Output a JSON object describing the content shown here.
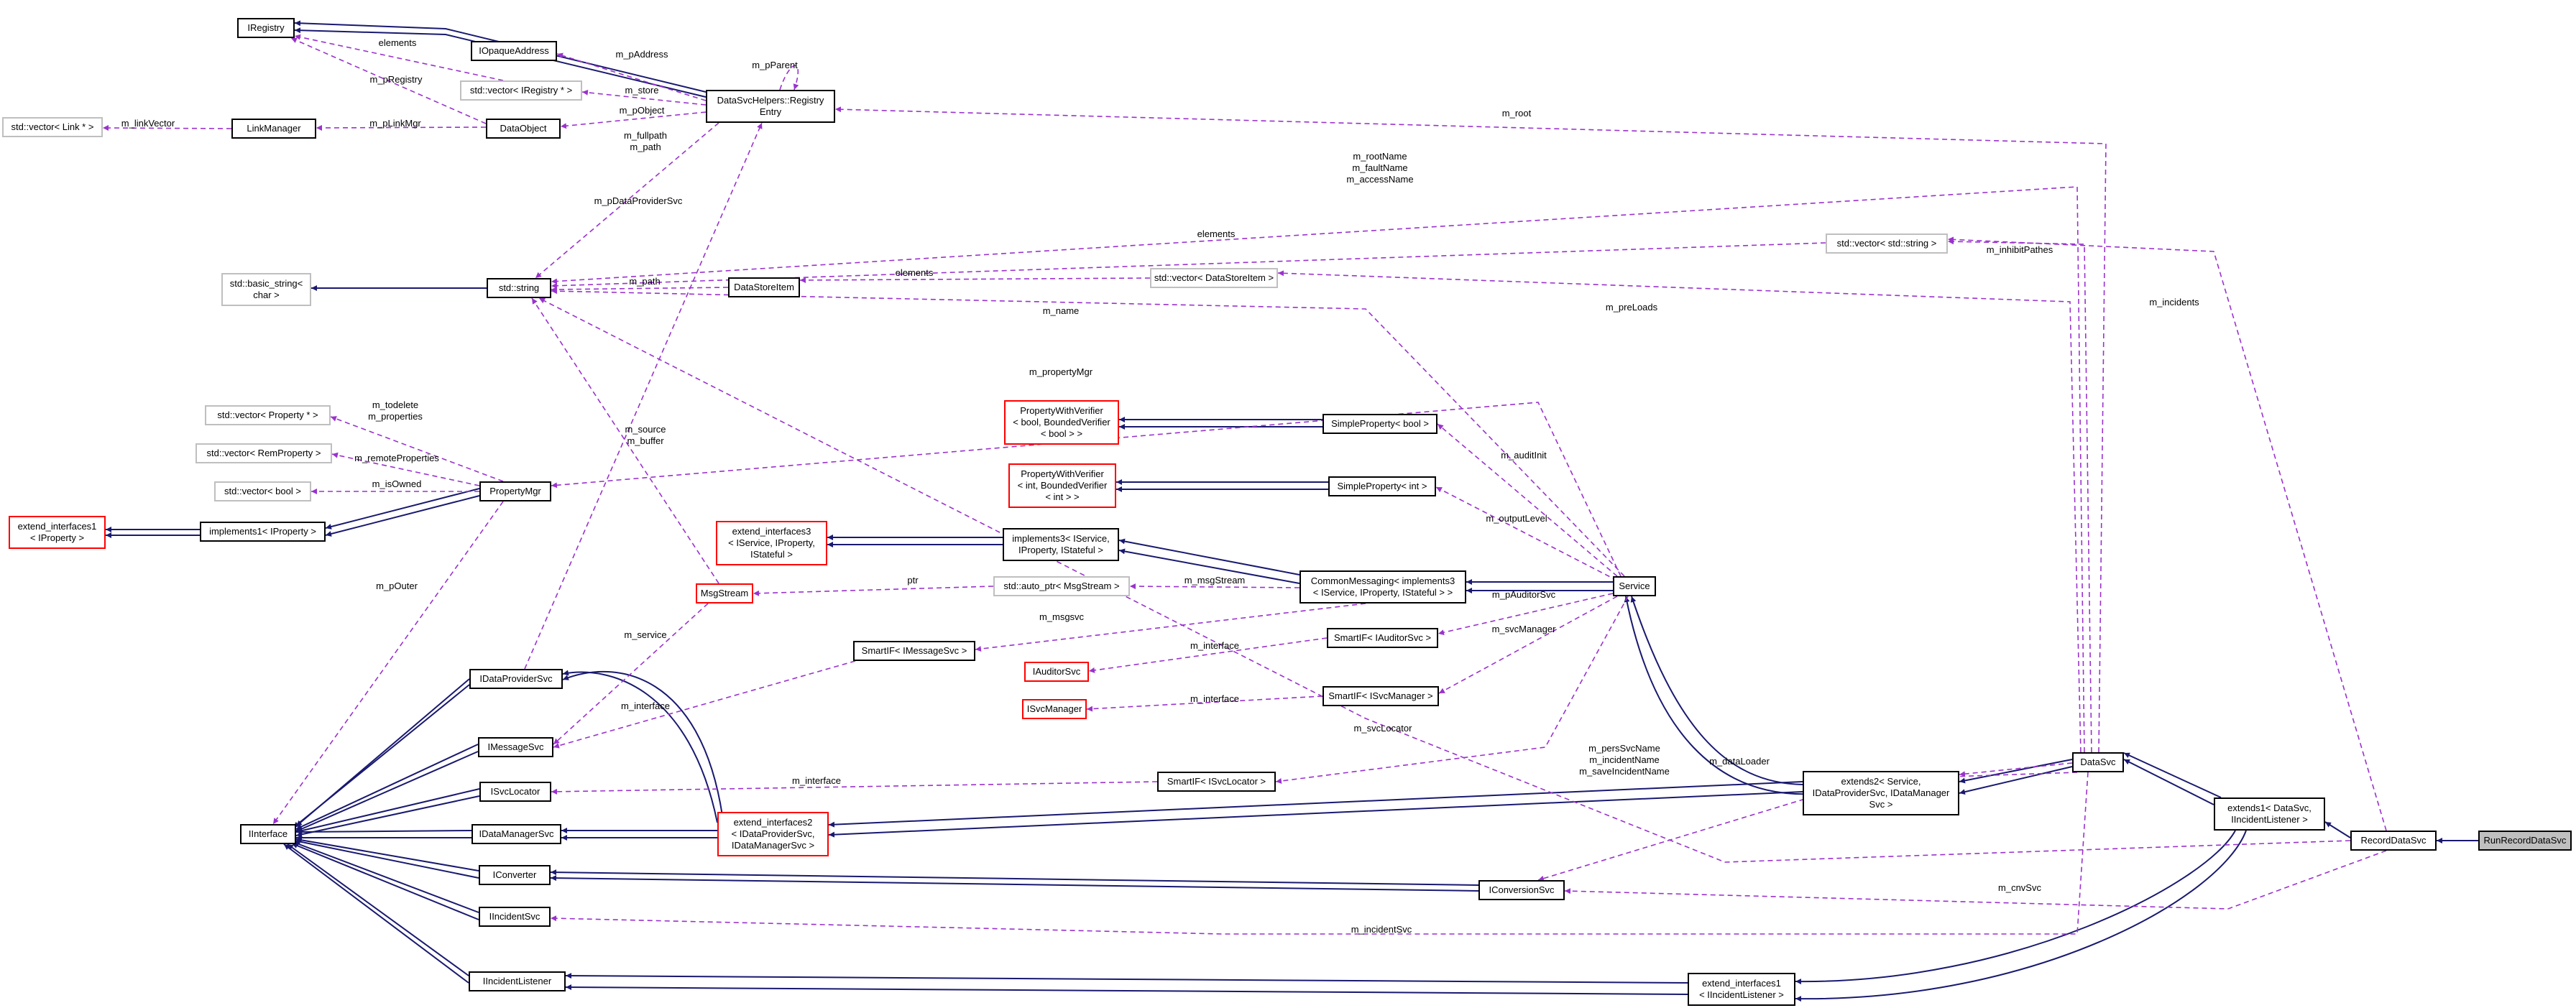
{
  "diagram": {
    "nodes": {
      "iregistry": "IRegistry",
      "iopaqueaddress": "IOpaqueAddress",
      "vec_iregistry": "std::vector< IRegistry * >",
      "registry_entry": "DataSvcHelpers::Registry\nEntry",
      "vec_link": "std::vector< Link * >",
      "linkmanager": "LinkManager",
      "dataobject": "DataObject",
      "basic_string": "std::basic_string<\nchar >",
      "std_string": "std::string",
      "datastoreitem": "DataStoreItem",
      "vec_datastoreitem": "std::vector< DataStoreItem >",
      "vec_string": "std::vector< std::string >",
      "vec_property": "std::vector< Property * >",
      "vec_remproperty": "std::vector< RemProperty >",
      "vec_bool": "std::vector< bool >",
      "extend_interfaces1_iproperty": "extend_interfaces1\n< IProperty >",
      "implements1_iproperty": "implements1< IProperty >",
      "propertymgr": "PropertyMgr",
      "pwv_bool": "PropertyWithVerifier\n< bool, BoundedVerifier\n< bool > >",
      "simpleproperty_bool": "SimpleProperty< bool >",
      "pwv_int": "PropertyWithVerifier\n< int, BoundedVerifier\n< int > >",
      "simpleproperty_int": "SimpleProperty< int >",
      "extend_interfaces3": "extend_interfaces3\n< IService, IProperty,\nIStateful >",
      "implements3": "implements3< IService,\nIProperty, IStateful >",
      "msgstream": "MsgStream",
      "auto_ptr_msgstream": "std::auto_ptr< MsgStream >",
      "commonmessaging": "CommonMessaging< implements3\n< IService, IProperty, IStateful > >",
      "service": "Service",
      "smartif_imessagesvc": "SmartIF< IMessageSvc >",
      "smartif_iauditorsvc": "SmartIF< IAuditorSvc >",
      "iauditorsvc": "IAuditorSvc",
      "isvcmanager": "ISvcManager",
      "smartif_isvcmanager": "SmartIF< ISvcManager >",
      "idataprovidersvc": "IDataProviderSvc",
      "imessagesvc": "IMessageSvc",
      "isvclocator": "ISvcLocator",
      "smartif_isvclocator": "SmartIF< ISvcLocator >",
      "iinterface": "IInterface",
      "idatamanagersvc": "IDataManagerSvc",
      "extend_interfaces2": "extend_interfaces2\n< IDataProviderSvc,\nIDataManagerSvc >",
      "extends2": "extends2< Service,\nIDataProviderSvc, IDataManager\nSvc >",
      "datasvc": "DataSvc",
      "iconverter": "IConverter",
      "iconversionsvc": "IConversionSvc",
      "iincidentsvc": "IIncidentSvc",
      "iincidentlistener": "IIncidentListener",
      "extend_interfaces1_iil": "extend_interfaces1\n< IIncidentListener >",
      "extends1": "extends1< DataSvc,\nIIncidentListener >",
      "recorddatasvc": "RecordDataSvc",
      "runrecorddatasvc": "RunRecordDataSvc"
    },
    "edge_labels": {
      "m_pparent": "m_pParent",
      "elements_reg": "elements",
      "m_paddress": "m_pAddress",
      "m_pregistry": "m_pRegistry",
      "m_store": "m_store",
      "m_linkvector": "m_linkVector",
      "m_plinkmgr": "m_pLinkMgr",
      "m_pobject": "m_pObject",
      "m_fullpath_path": "m_fullpath\nm_path",
      "m_root": "m_root",
      "m_rootname": "m_rootName\nm_faultName\nm_accessName",
      "m_pdataprovidersvc": "m_pDataProviderSvc",
      "elements_str": "elements",
      "m_inhibitpathes": "m_inhibitPathes",
      "m_incidents": "m_incidents",
      "m_path": "m_path",
      "elements_dsi": "elements",
      "m_preloads": "m_preLoads",
      "m_name": "m_name",
      "m_propertymgr": "m_propertyMgr",
      "m_todelete": "m_todelete\nm_properties",
      "m_remoteproperties": "m_remoteProperties",
      "m_isowned": "m_isOwned",
      "m_source_buffer": "m_source\nm_buffer",
      "m_auditinit": "m_auditInit",
      "m_outputlevel": "m_outputLevel",
      "m_pouter": "m_pOuter",
      "ptr": "ptr",
      "m_msgstream": "m_msgStream",
      "m_msgsvc": "m_msgsvc",
      "m_pauditorsvc": "m_pAuditorSvc",
      "m_service": "m_service",
      "m_interface_aud": "m_interface",
      "m_svcmanager": "m_svcManager",
      "m_interface_msg": "m_interface",
      "m_interface_svcm": "m_interface",
      "m_svclocator": "m_svcLocator",
      "m_interface_loc": "m_interface",
      "m_perssvcname": "m_persSvcName\nm_incidentName\nm_saveIncidentName",
      "m_dataloader": "m_dataLoader",
      "m_cnvsvc": "m_cnvSvc",
      "m_incidentsvc": "m_incidentSvc"
    }
  },
  "colors": {
    "inherit_edge": "#191970",
    "usage_edge": "#9a32cd",
    "node_border": "#000000",
    "external_border": "#bfbfbf",
    "undocumented_border": "#ff0000",
    "focus_fill": "#bfbfbf"
  }
}
